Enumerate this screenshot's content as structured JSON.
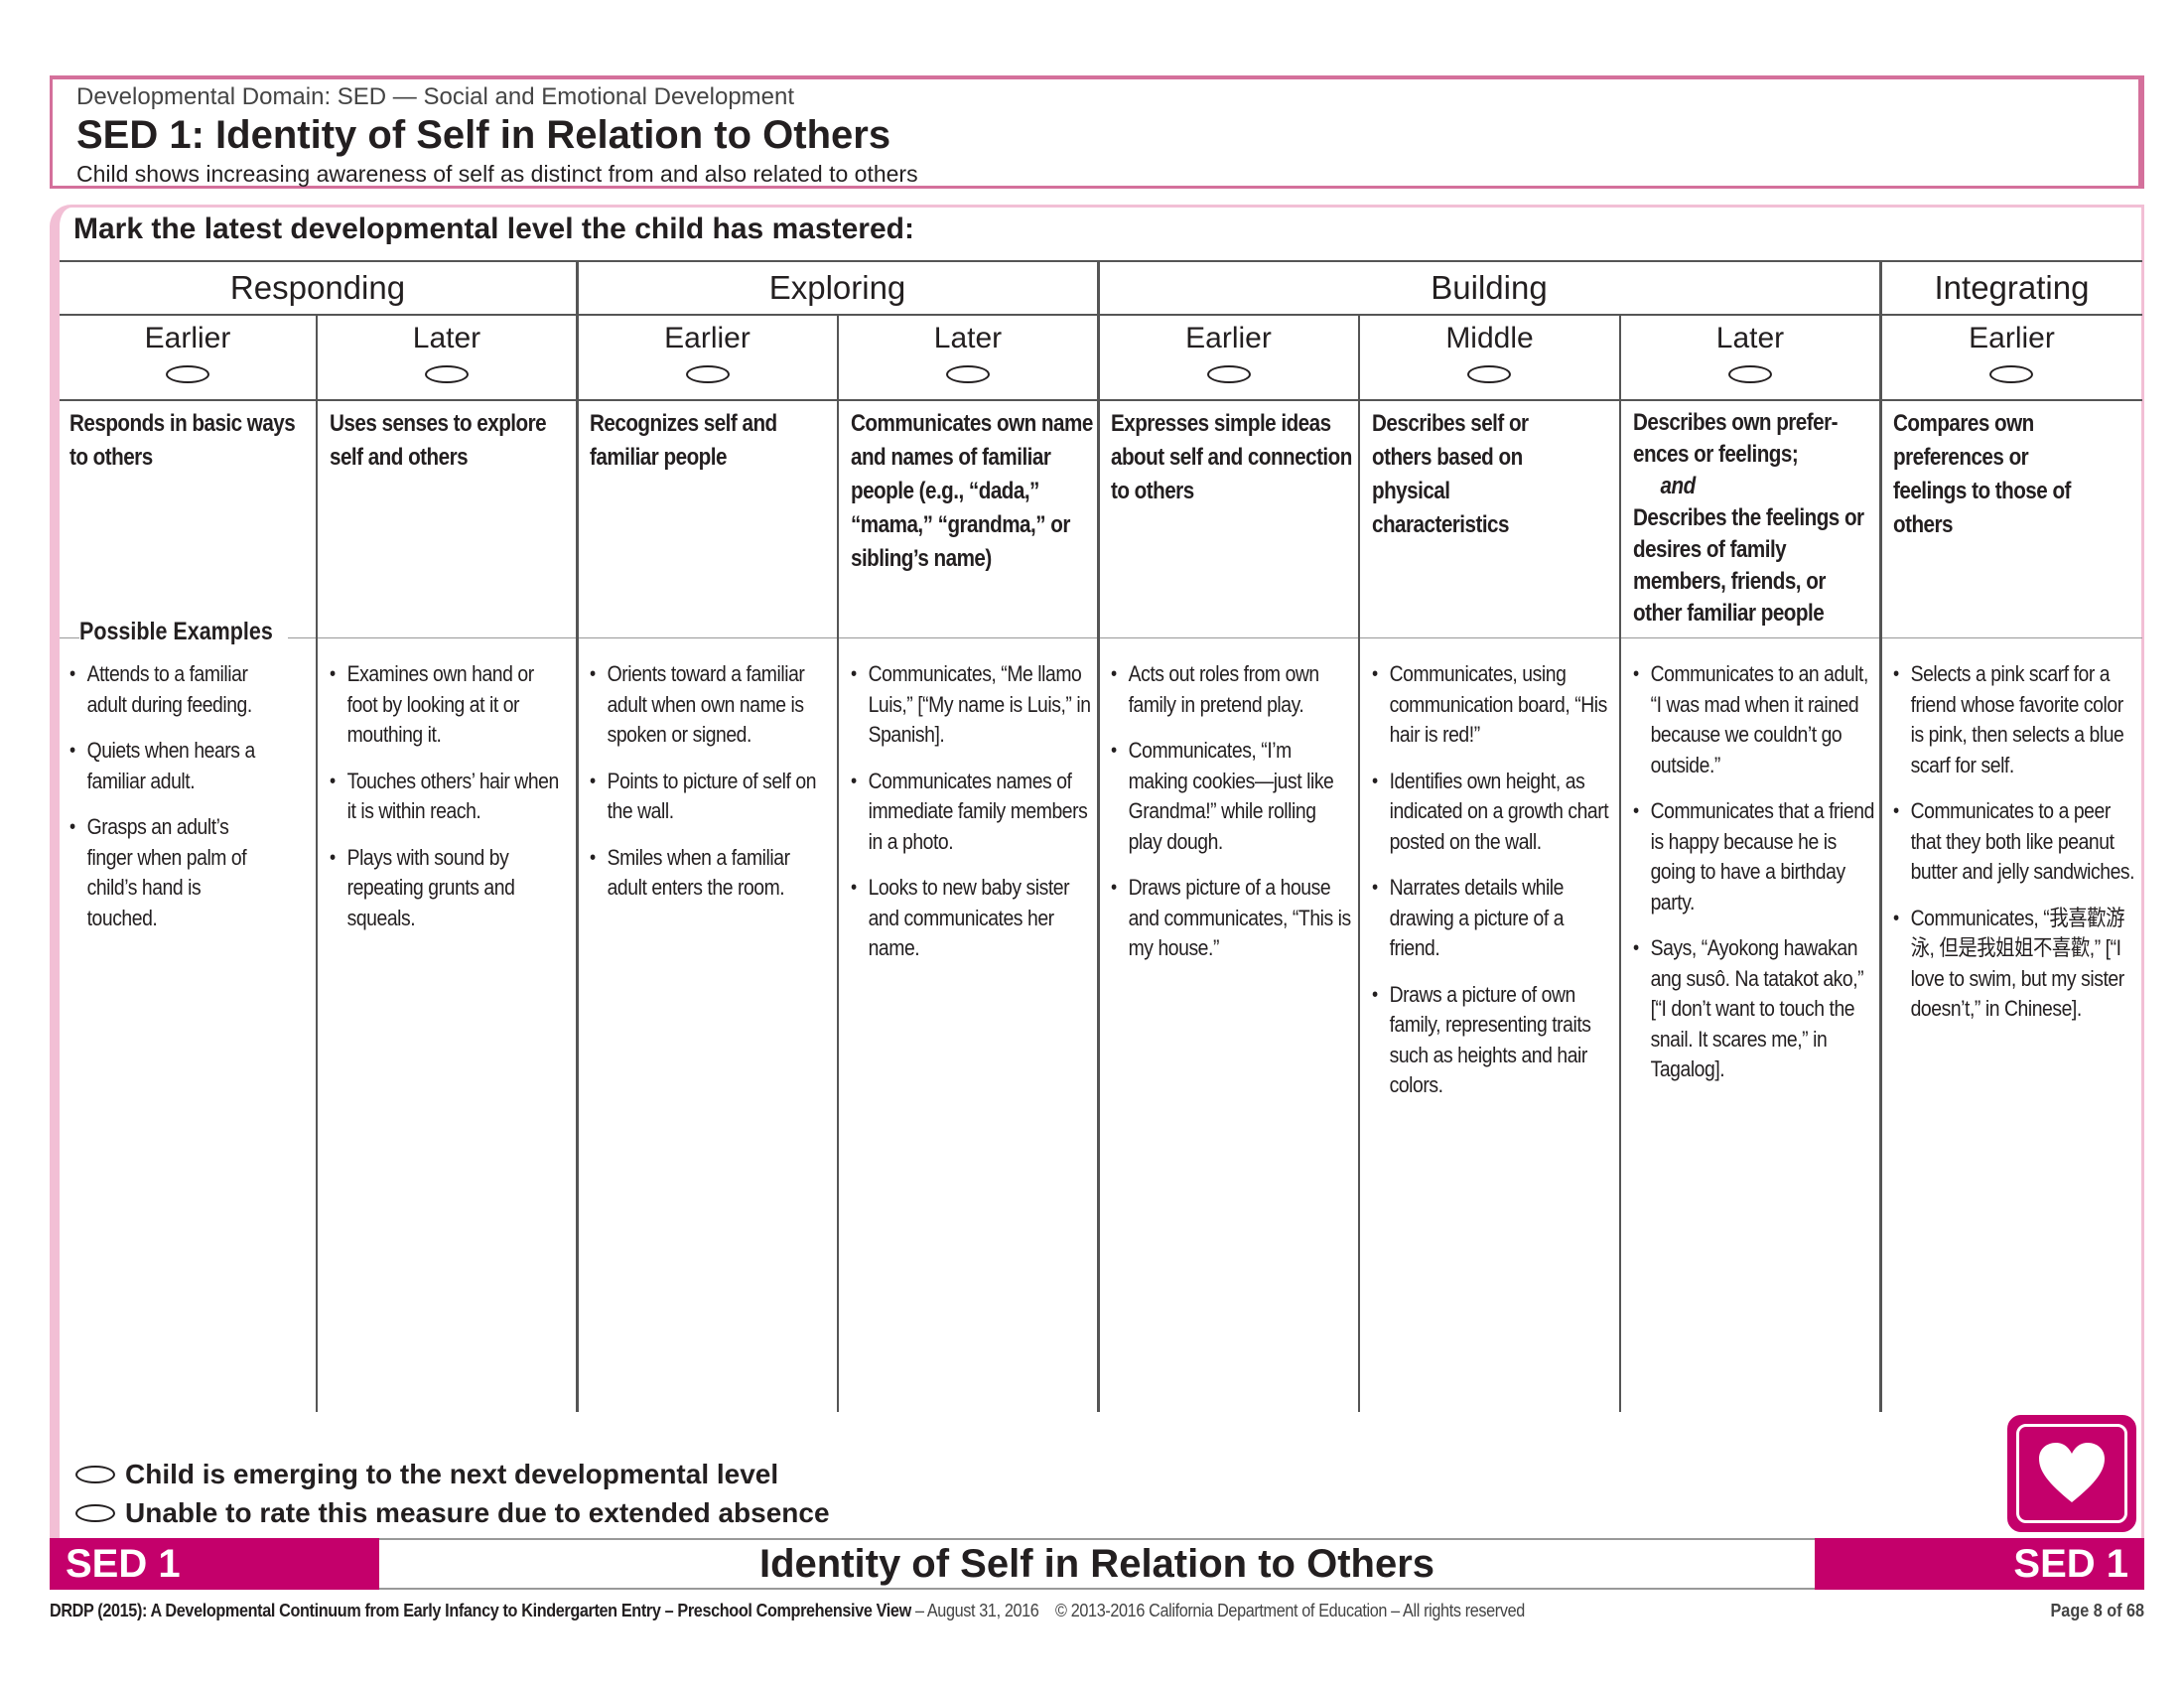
{
  "header": {
    "domain": "Developmental Domain: SED — Social and Emotional Development",
    "title": "SED 1: Identity of Self in Relation to Others",
    "definition": "Child shows increasing awareness of self as distinct from and also related to others"
  },
  "instruction": "Mark the latest developmental level the child has mastered:",
  "levels": [
    {
      "name": "Responding"
    },
    {
      "name": "Exploring"
    },
    {
      "name": "Building"
    },
    {
      "name": "Integrating"
    }
  ],
  "columns": [
    {
      "sub": "Earlier",
      "desc": "Responds in basic ways to others",
      "examples": [
        "Attends to a familiar adult during feeding.",
        "Quiets when hears a familiar adult.",
        "Grasps an adult’s finger when palm of child’s hand is touched."
      ]
    },
    {
      "sub": "Later",
      "desc": "Uses senses to explore self and others",
      "examples": [
        "Examines own hand or foot by looking at it or mouthing it.",
        "Touches others’ hair when it is within reach.",
        "Plays with sound by repeating grunts and squeals."
      ]
    },
    {
      "sub": "Earlier",
      "desc": "Recognizes self and familiar people",
      "examples": [
        "Orients toward a familiar adult when own name is spoken or signed.",
        "Points to picture of self on the wall.",
        "Smiles when a familiar adult enters the room."
      ]
    },
    {
      "sub": "Later",
      "desc": "Communicates own name and names of familiar people (e.g., “dada,” “mama,” “grandma,” or sibling’s name)",
      "examples": [
        "Communicates, “Me llamo Luis,” [“My name is Luis,” in Spanish].",
        "Communicates names of immediate family members in a photo.",
        "Looks to new baby sister and communicates her name."
      ]
    },
    {
      "sub": "Earlier",
      "desc": "Expresses simple ideas about self and connection to others",
      "examples": [
        "Acts out roles from own family in pretend play.",
        "Communicates, “I’m making cookies—just like Grandma!” while rolling play dough.",
        "Draws picture of a house and communicates, “This is my house.”"
      ]
    },
    {
      "sub": "Middle",
      "desc": "Describes self or others based on physical characteristics",
      "examples": [
        "Communicates, using communication board, “His hair is red!”",
        "Identifies own height, as indicated on a growth chart posted on the wall.",
        "Narrates details while drawing a picture of a friend.",
        "Draws a picture of own family, representing traits such as heights and hair colors."
      ]
    },
    {
      "sub": "Later",
      "desc_a": "Describes own prefer-ences or feelings;",
      "desc_and": "and",
      "desc_b": "Describes the feelings or desires of family members, friends, or other familiar people",
      "examples": [
        "Communicates to an adult, “I was mad when it rained because we couldn’t go outside.”",
        "Communicates that a friend is happy because he is going to have a birthday party.",
        "Says, “Ayokong hawakan ang susô. Na tatakot ako,” [“I don’t want to touch the snail. It scares me,” in Tagalog]."
      ]
    },
    {
      "sub": "Earlier",
      "desc": "Compares own preferences or feelings to those of others",
      "examples": [
        "Selects a pink scarf for a friend whose favorite color is pink, then selects a blue scarf for self.",
        "Communicates to a peer that they both like peanut butter and jelly sandwiches.",
        "Communicates, “我喜歡游泳, 但是我姐姐不喜歡,” [“I love to swim, but my sister doesn’t,” in Chinese]."
      ]
    }
  ],
  "possible_examples_label": "Possible Examples",
  "bottom": {
    "emerging": "Child is emerging to the next developmental level",
    "unable": "Unable to rate this measure due to extended absence"
  },
  "footer": {
    "code_left": "SED 1",
    "title": "Identity of Self in Relation to Others",
    "code_right": "SED 1",
    "credit_bold": "DRDP (2015): A Developmental Continuum from Early Infancy to Kindergarten Entry",
    "credit_view": " – Preschool Comprehensive View",
    "credit_date": " – August 31, 2016",
    "copyright": "© 2013-2016 California Department of Education – All rights reserved",
    "page": "Page 8 of 68"
  },
  "icons": {
    "badge": "heart-icon"
  },
  "colors": {
    "accent": "#c4006b",
    "header_border": "#d4709b",
    "panel_border": "#f2bfd5"
  }
}
